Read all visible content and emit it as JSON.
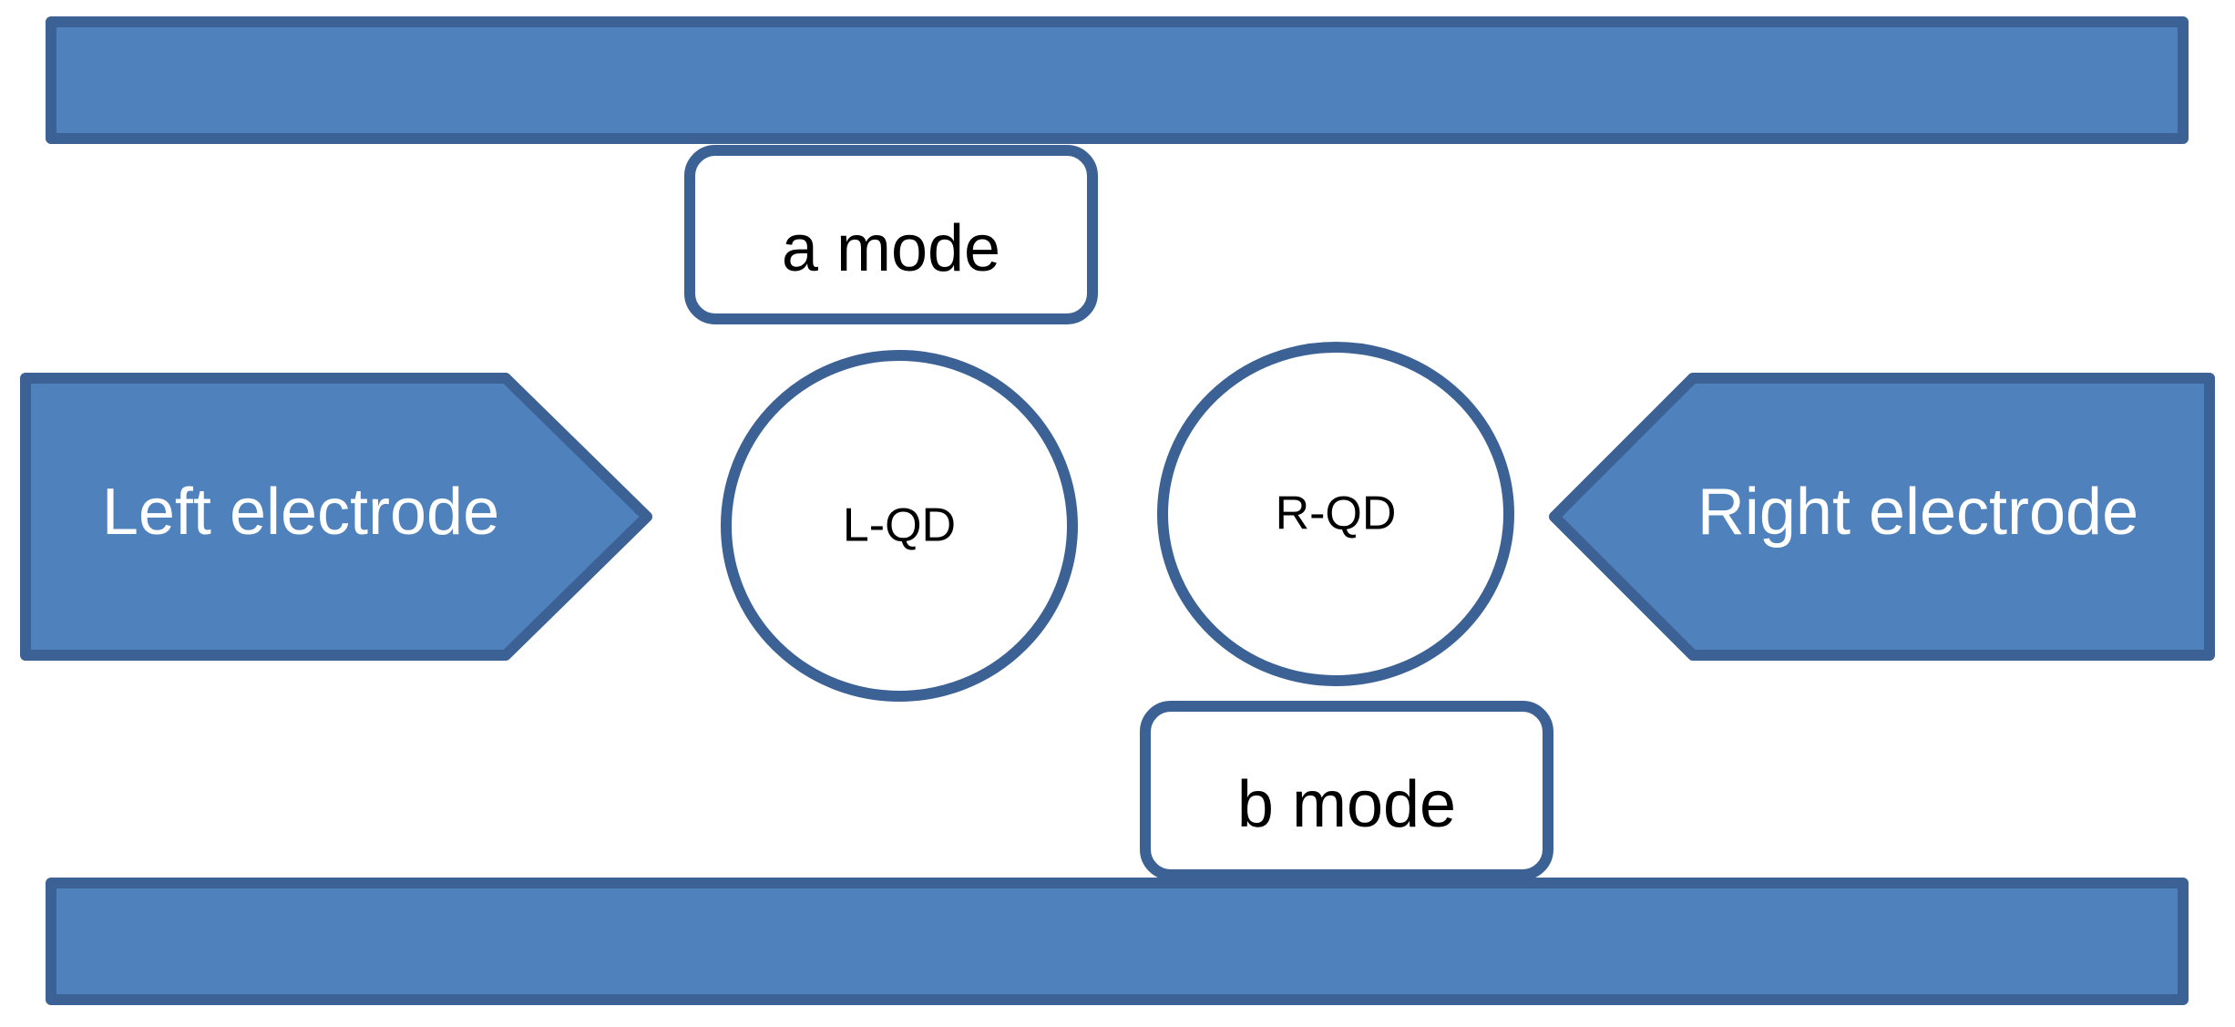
{
  "diagram": {
    "colors": {
      "electrode_fill": "#4f81bd",
      "outline": "#3c6194",
      "box_fill": "#ffffff",
      "dark_text": "#000000",
      "light_text": "#ffffff"
    },
    "left_electrode": {
      "label": "Left electrode"
    },
    "right_electrode": {
      "label": "Right electrode"
    },
    "left_dot": {
      "label": "L-QD"
    },
    "right_dot": {
      "label": "R-QD"
    },
    "mode_a": {
      "label": "a mode"
    },
    "mode_b": {
      "label": "b mode"
    }
  }
}
